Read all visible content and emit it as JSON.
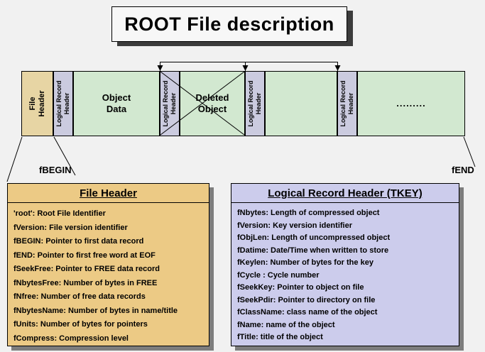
{
  "title": "ROOT File description",
  "bar": {
    "sections": [
      {
        "label": "File Header"
      },
      {
        "label": "Logical Record Header"
      },
      {
        "label": "Object Data"
      },
      {
        "label": "Logical Record Header"
      },
      {
        "label": "Deleted Object"
      },
      {
        "label": "Logical Record Header"
      },
      {
        "label": ""
      },
      {
        "label": "Logical Record Header"
      },
      {
        "label": "........."
      }
    ]
  },
  "labels": {
    "begin": "fBEGIN",
    "end": "fEND"
  },
  "file_header_box": {
    "title": "File Header",
    "items": [
      "'root': Root File Identifier",
      "fVersion: File version identifier",
      "fBEGIN: Pointer to first data record",
      "fEND: Pointer to first free word at EOF",
      "fSeekFree: Pointer to FREE data record",
      "fNbytesFree: Number of bytes in FREE",
      "fNfree: Number of free data records",
      "fNbytesName: Number of bytes in name/title",
      "fUnits: Number of bytes for pointers",
      "fCompress: Compression level"
    ]
  },
  "record_header_box": {
    "title": "Logical Record Header (TKEY)",
    "items": [
      "fNbytes: Length of compressed object",
      "fVersion: Key version identifier",
      "fObjLen: Length of uncompressed object",
      "fDatime: Date/Time when written to store",
      "fKeylen: Number of bytes for the key",
      "fCycle : Cycle number",
      "fSeekKey: Pointer to object on file",
      "fSeekPdir: Pointer to directory on file",
      "fClassName: class name of the object",
      "fName: name of the object",
      "fTitle: title of the object"
    ]
  },
  "colors": {
    "background": "#f1f1f1",
    "bar-tan": "#e7d5a4",
    "bar-lavender": "#cbcbdf",
    "green": "#d2e8d0",
    "box-tan": "#ecca85",
    "box-lavender": "#ccccec",
    "shadow": "#7d7d7d"
  }
}
